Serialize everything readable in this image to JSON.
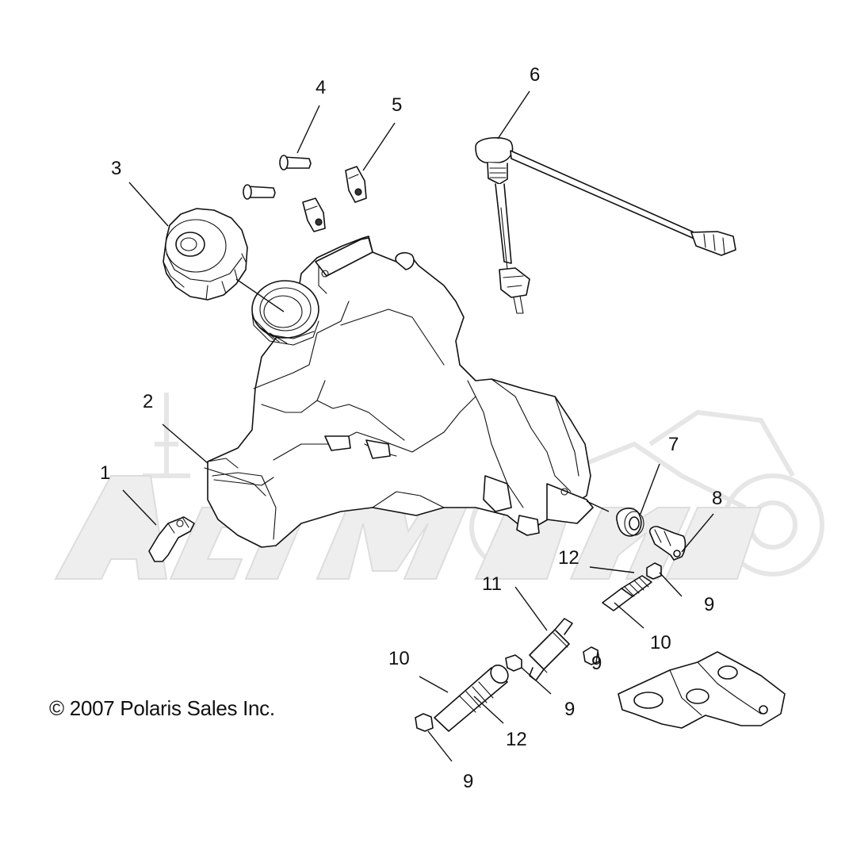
{
  "copyright": "© 2007 Polaris Sales Inc.",
  "callouts": [
    {
      "id": "c1",
      "label": "1"
    },
    {
      "id": "c2",
      "label": "2"
    },
    {
      "id": "c3",
      "label": "3"
    },
    {
      "id": "c4",
      "label": "4"
    },
    {
      "id": "c5",
      "label": "5"
    },
    {
      "id": "c6",
      "label": "6"
    },
    {
      "id": "c7",
      "label": "7"
    },
    {
      "id": "c8",
      "label": "8"
    },
    {
      "id": "c9a",
      "label": "9"
    },
    {
      "id": "c9b",
      "label": "9"
    },
    {
      "id": "c9c",
      "label": "9"
    },
    {
      "id": "c9d",
      "label": "9"
    },
    {
      "id": "c10a",
      "label": "10"
    },
    {
      "id": "c10b",
      "label": "10"
    },
    {
      "id": "c11",
      "label": "11"
    },
    {
      "id": "c12a",
      "label": "12"
    },
    {
      "id": "c12b",
      "label": "12"
    }
  ]
}
